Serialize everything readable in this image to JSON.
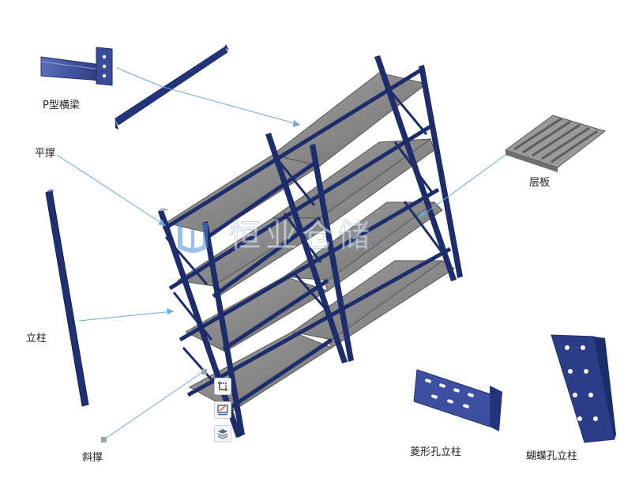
{
  "labels": {
    "p_beam": "P型横梁",
    "cross_brace": "平撑",
    "shelf_panel": "层板",
    "upright": "立柱",
    "diagonal_brace": "斜撑",
    "diamond_hole_upright": "菱形孔立柱",
    "butterfly_hole_upright": "蝴蝶孔立柱"
  },
  "toolbar": {
    "icons": [
      "crop-icon",
      "annotate-icon",
      "layers-icon"
    ]
  },
  "colors": {
    "frame": "#1d2d6b",
    "frame_light": "#4a5fa8",
    "shelf": "#8c8c8c",
    "leader": "#6fa8dc"
  }
}
